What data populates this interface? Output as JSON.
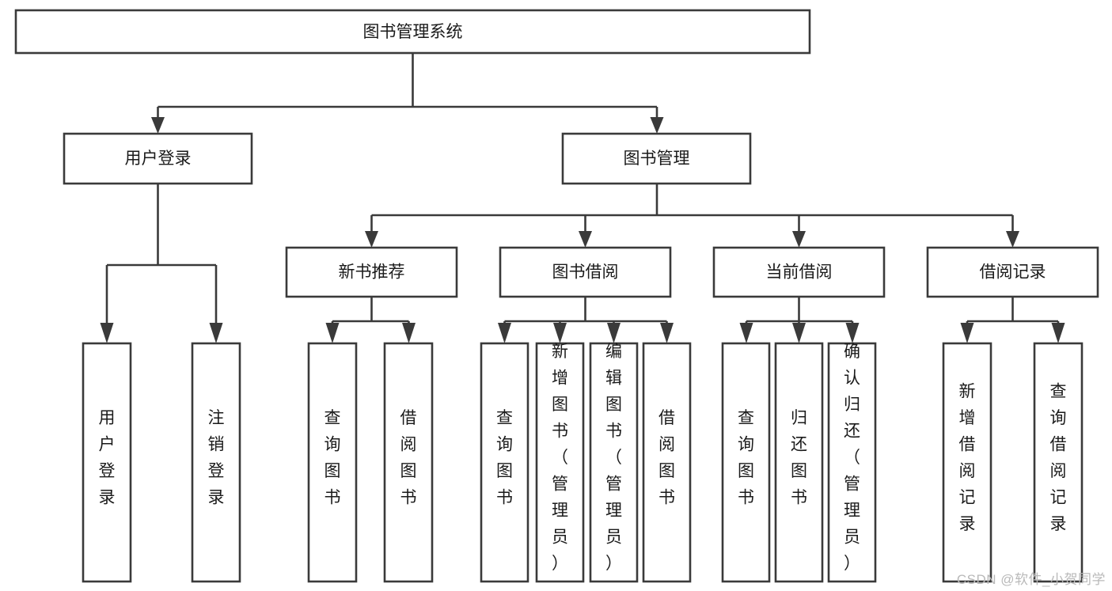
{
  "diagram": {
    "type": "tree-hierarchy-chart",
    "title": "图书管理系统",
    "background_color": "#ffffff",
    "line_color": "#3a3a3a",
    "text_color": "#1a1a1a",
    "root": {
      "label": "图书管理系统"
    },
    "level2": [
      {
        "id": "user-login",
        "label": "用户登录"
      },
      {
        "id": "book-management",
        "label": "图书管理"
      }
    ],
    "level3": [
      {
        "id": "new-book-recommend",
        "label": "新书推荐",
        "parent": "book-management"
      },
      {
        "id": "book-borrow",
        "label": "图书借阅",
        "parent": "book-management"
      },
      {
        "id": "current-borrow",
        "label": "当前借阅",
        "parent": "book-management"
      },
      {
        "id": "borrow-record",
        "label": "借阅记录",
        "parent": "book-management"
      }
    ],
    "leaves": {
      "user-login": [
        {
          "id": "leaf-user-login",
          "label": "用户登录"
        },
        {
          "id": "leaf-logout-login",
          "label": "注销登录"
        }
      ],
      "new-book-recommend": [
        {
          "id": "leaf-query-book-1",
          "label": "查询图书"
        },
        {
          "id": "leaf-borrow-book-1",
          "label": "借阅图书"
        }
      ],
      "book-borrow": [
        {
          "id": "leaf-query-book-2",
          "label": "查询图书"
        },
        {
          "id": "leaf-add-book",
          "label": "新增图书（管理员）"
        },
        {
          "id": "leaf-edit-book",
          "label": "编辑图书（管理员）"
        },
        {
          "id": "leaf-borrow-book-2",
          "label": "借阅图书"
        }
      ],
      "current-borrow": [
        {
          "id": "leaf-query-book-3",
          "label": "查询图书"
        },
        {
          "id": "leaf-return-book",
          "label": "归还图书"
        },
        {
          "id": "leaf-confirm-return",
          "label": "确认归还（管理员）"
        }
      ],
      "borrow-record": [
        {
          "id": "leaf-add-record",
          "label": "新增借阅记录"
        },
        {
          "id": "leaf-query-record",
          "label": "查询借阅记录"
        }
      ]
    }
  },
  "watermark": {
    "text": "CSDN @软件_小贺同学"
  }
}
